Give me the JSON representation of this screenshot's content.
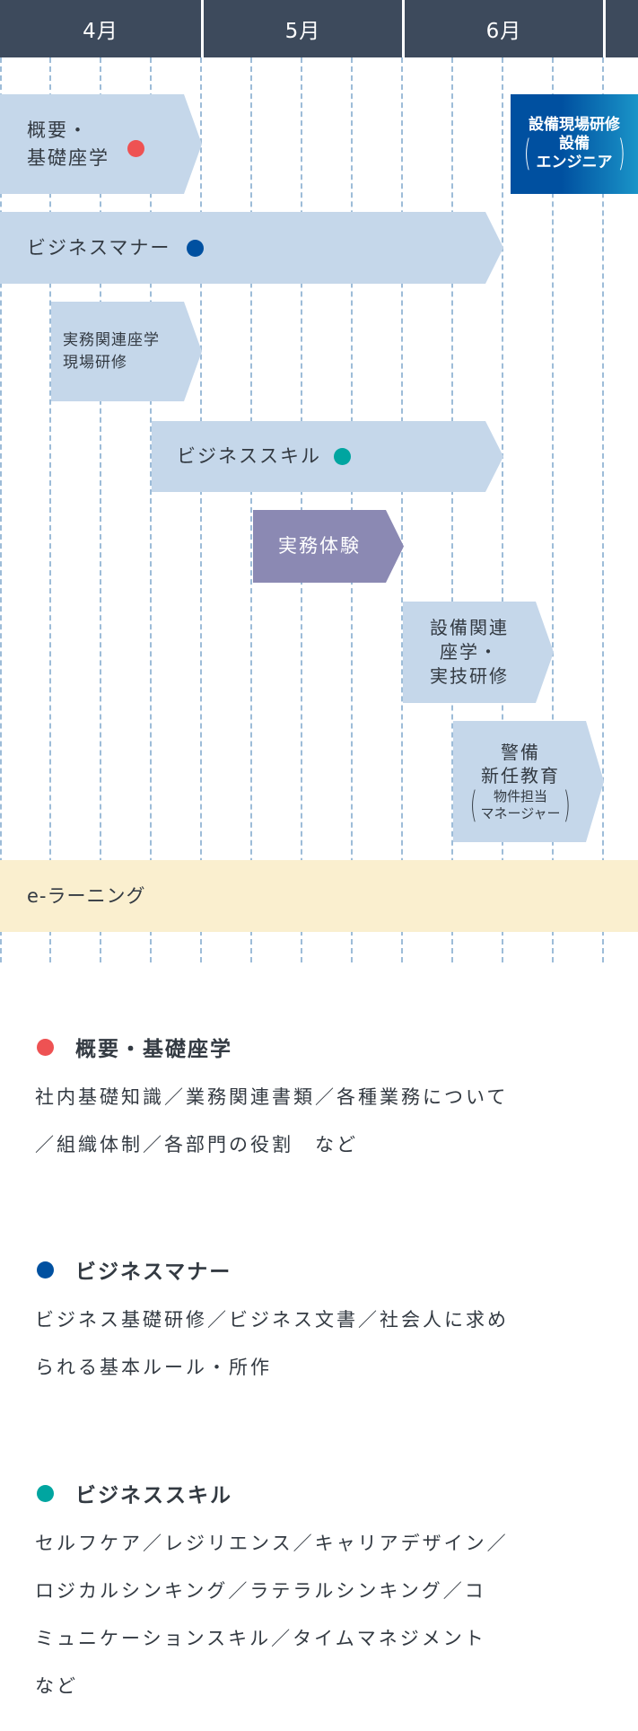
{
  "header": {
    "months": [
      "4月",
      "5月",
      "6月"
    ]
  },
  "colors": {
    "header": "#3d4a5c",
    "bar": "#c5d7ea",
    "practice": "#8b89b3",
    "elearning": "#faefcf",
    "red": "#ee5253",
    "blue": "#0050a0",
    "teal": "#00a5a0"
  },
  "bars": {
    "overview": {
      "line1": "概要・",
      "line2": "基礎座学"
    },
    "manner": "ビジネスマナー",
    "related": {
      "line1": "実務関連座学",
      "line2": "現場研修"
    },
    "skill": "ビジネススキル",
    "practice": "実務体験",
    "equipment": {
      "line1": "設備関連",
      "line2": "座学・",
      "line3": "実技研修"
    },
    "security": {
      "line1": "警備",
      "line2": "新任教育",
      "sub1": "物件担当",
      "sub2": "マネージャー"
    },
    "site": {
      "title": "設備現場研修",
      "sub1": "設備",
      "sub2": "エンジニア"
    },
    "elearning": "e-ラーニング",
    "paren_open": "(",
    "paren_close": ")"
  },
  "legend": [
    {
      "title": "概要・基礎座学",
      "lines": [
        "社内基礎知識／業務関連書類／各種業務について",
        "／組織体制／各部門の役割　など"
      ]
    },
    {
      "title": "ビジネスマナー",
      "lines": [
        "ビジネス基礎研修／ビジネス文書／社会人に求め",
        "られる基本ルール・所作"
      ]
    },
    {
      "title": "ビジネススキル",
      "lines": [
        "セルフケア／レジリエンス／キャリアデザイン／",
        "ロジカルシンキング／ラテラルシンキング／コ",
        "ミュニケーションスキル／タイムマネジメント",
        "など"
      ]
    }
  ]
}
